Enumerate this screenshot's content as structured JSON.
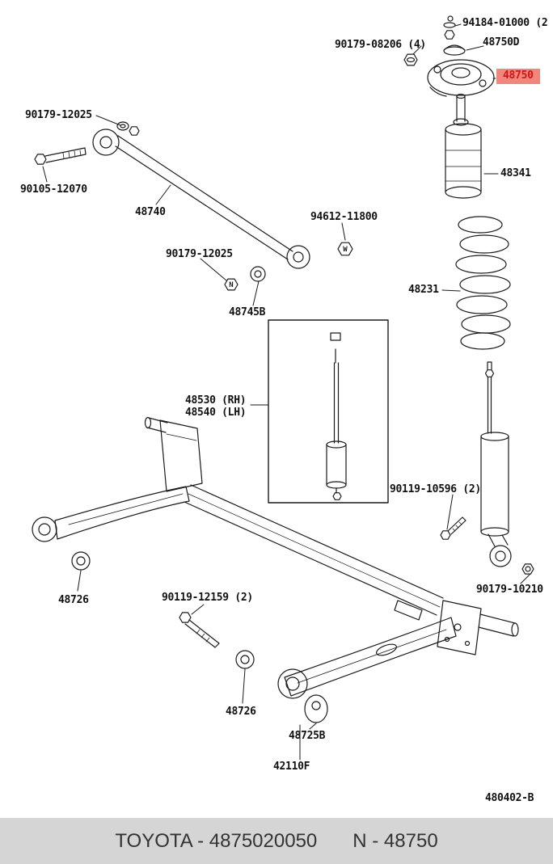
{
  "labels": [
    {
      "text": "94184-01000 (2"
    },
    {
      "text": "90179-08206 (4)"
    },
    {
      "text": "48750D"
    },
    {
      "text": "48750"
    },
    {
      "text": "90179-12025"
    },
    {
      "text": "90105-12070"
    },
    {
      "text": "48740"
    },
    {
      "text": "94612-11800"
    },
    {
      "text": "90179-12025"
    },
    {
      "text": "48745B"
    },
    {
      "text": "48341"
    },
    {
      "text": "48231"
    },
    {
      "text": "48530 (RH)"
    },
    {
      "text": "48540 (LH)"
    },
    {
      "text": "90119-10596 (2)"
    },
    {
      "text": "48726"
    },
    {
      "text": "90119-12159 (2)"
    },
    {
      "text": "90179-10210"
    },
    {
      "text": "48726"
    },
    {
      "text": "48725B"
    },
    {
      "text": "42110F"
    }
  ],
  "diagram_code": "480402-B",
  "glyphs": {
    "nut_w": "W",
    "nut_n": "N"
  },
  "footer": {
    "left": "TOYOTA - 4875020050",
    "right": "N - 48750"
  },
  "colors": {
    "highlight_bg": "#f0867c",
    "highlight_text": "#cf1515",
    "footer_bg": "#d5d5d5",
    "line": "#1a1a1a"
  }
}
